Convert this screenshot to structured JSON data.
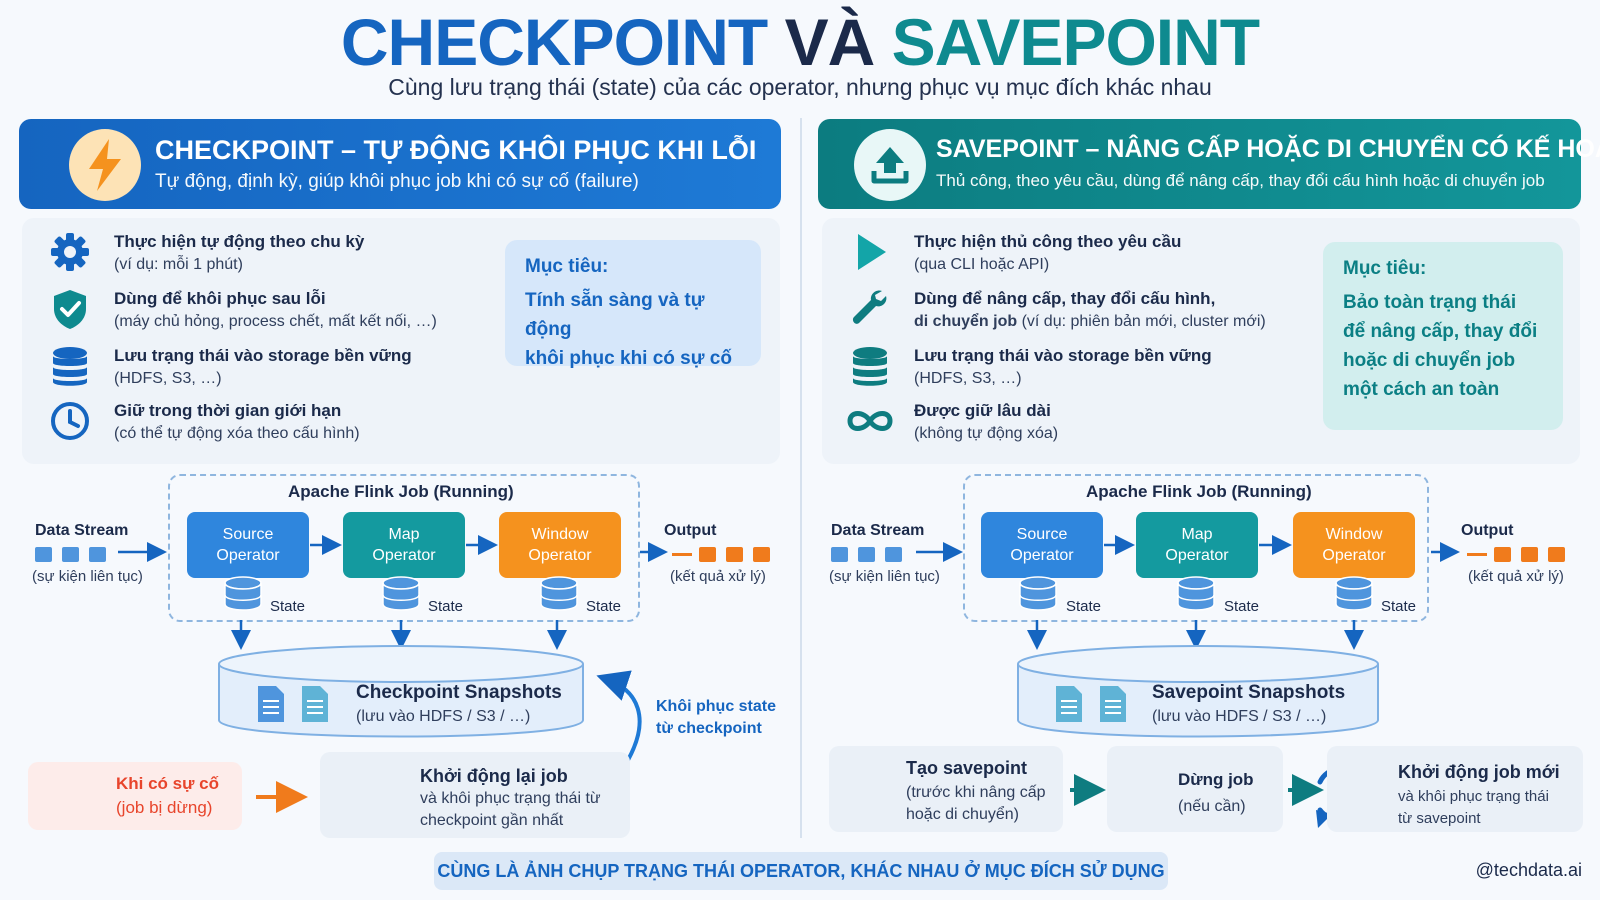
{
  "title": {
    "part1": "CHECKPOINT",
    "part2": "VÀ",
    "part3": "SAVEPOINT"
  },
  "subtitle": "Cùng lưu trạng thái (state) của các operator, nhưng phục vụ mục đích khác nhau",
  "checkpoint": {
    "header": {
      "title": "CHECKPOINT – TỰ ĐỘNG KHÔI PHỤC KHI LỖI",
      "subtitle": "Tự động, định kỳ, giúp khôi phục job khi có sự cố (failure)",
      "icon": "lightning-icon"
    },
    "items": [
      {
        "icon": "gear-icon",
        "line1": "Thực hiện tự động theo chu kỳ",
        "line2": "(ví dụ: mỗi 1 phút)"
      },
      {
        "icon": "shield-check-icon",
        "line1": "Dùng để khôi phục sau lỗi",
        "line2": "(máy chủ hỏng, process chết, mất kết nối, …)"
      },
      {
        "icon": "database-icon",
        "line1": "Lưu trạng thái vào storage bền vững",
        "line2": "(HDFS, S3, …)"
      },
      {
        "icon": "clock-icon",
        "line1": "Giữ trong thời gian giới hạn",
        "line2": "(có thể tự động xóa theo cấu hình)"
      }
    ],
    "goal": {
      "heading": "Mục tiêu:",
      "line1": "Tính sẵn sàng và tự động",
      "line2": "khôi phục khi có sự cố"
    },
    "flow": {
      "job_title": "Apache Flink Job (Running)",
      "data_stream": "Data Stream",
      "data_stream_sub": "(sự kiện liên tục)",
      "output": "Output",
      "output_sub": "(kết quả xử lý)",
      "operators": [
        {
          "line1": "Source",
          "line2": "Operator"
        },
        {
          "line1": "Map",
          "line2": "Operator"
        },
        {
          "line1": "Window",
          "line2": "Operator"
        }
      ],
      "state_label": "State",
      "snapshot_title": "Checkpoint Snapshots",
      "snapshot_sub": "(lưu vào HDFS / S3 / …)",
      "restore_label1": "Khôi phục state",
      "restore_label2": "từ checkpoint"
    },
    "failure": {
      "line1": "Khi có sự cố",
      "line2": "(job bị dừng)"
    },
    "restart": {
      "title": "Khởi động lại job",
      "line1": "và khôi phục trạng thái từ",
      "line2": "checkpoint gần nhất"
    }
  },
  "savepoint": {
    "header": {
      "title": "SAVEPOINT – NÂNG CẤP HOẶC DI CHUYỂN CÓ KẾ HOẠCH",
      "subtitle": "Thủ công, theo yêu cầu, dùng để nâng cấp, thay đổi cấu hình hoặc di chuyển job",
      "icon": "upload-icon"
    },
    "items": [
      {
        "icon": "play-icon",
        "line1": "Thực hiện thủ công theo yêu cầu",
        "line2": "(qua CLI hoặc API)"
      },
      {
        "icon": "wrench-icon",
        "line1": "Dùng để nâng cấp, thay đổi cấu hình,",
        "line2a": "di chuyển job",
        "line2b": " (ví dụ: phiên bản mới, cluster mới)"
      },
      {
        "icon": "database-icon",
        "line1": "Lưu trạng thái vào storage bền vững",
        "line2": "(HDFS, S3, …)"
      },
      {
        "icon": "infinity-icon",
        "line1": "Được giữ lâu dài",
        "line2": "(không tự động xóa)"
      }
    ],
    "goal": {
      "heading": "Mục tiêu:",
      "line1": "Bảo toàn trạng thái",
      "line2": "để nâng cấp, thay đổi",
      "line3": "hoặc di chuyển job",
      "line4": "một cách an toàn"
    },
    "flow": {
      "job_title": "Apache Flink Job (Running)",
      "data_stream": "Data Stream",
      "data_stream_sub": "(sự kiện liên tục)",
      "output": "Output",
      "output_sub": "(kết quả xử lý)",
      "operators": [
        {
          "line1": "Source",
          "line2": "Operator"
        },
        {
          "line1": "Map",
          "line2": "Operator"
        },
        {
          "line1": "Window",
          "line2": "Operator"
        }
      ],
      "state_label": "State",
      "snapshot_title": "Savepoint Snapshots",
      "snapshot_sub": "(lưu vào HDFS / S3 / …)"
    },
    "steps": [
      {
        "icon": "play-circle-icon",
        "title": "Tạo savepoint",
        "line1": "(trước khi nâng cấp",
        "line2": "hoặc di chuyển)"
      },
      {
        "icon": "document-icon",
        "title": "Dừng job",
        "line1": "(nếu cần)"
      },
      {
        "icon": "refresh-icon",
        "title": "Khởi động job mới",
        "line1": "và khôi phục trạng thái",
        "line2": "từ savepoint"
      }
    ]
  },
  "banner": "CÙNG LÀ ẢNH CHỤP TRẠNG THÁI OPERATOR, KHÁC NHAU Ở MỤC ĐÍCH SỬ DỤNG",
  "handle": "@techdata.ai",
  "colors": {
    "blue": "#1565c0",
    "teal": "#0e8a8f",
    "orange": "#f5921e",
    "red": "#e8452c",
    "navy": "#1b2a4a"
  }
}
